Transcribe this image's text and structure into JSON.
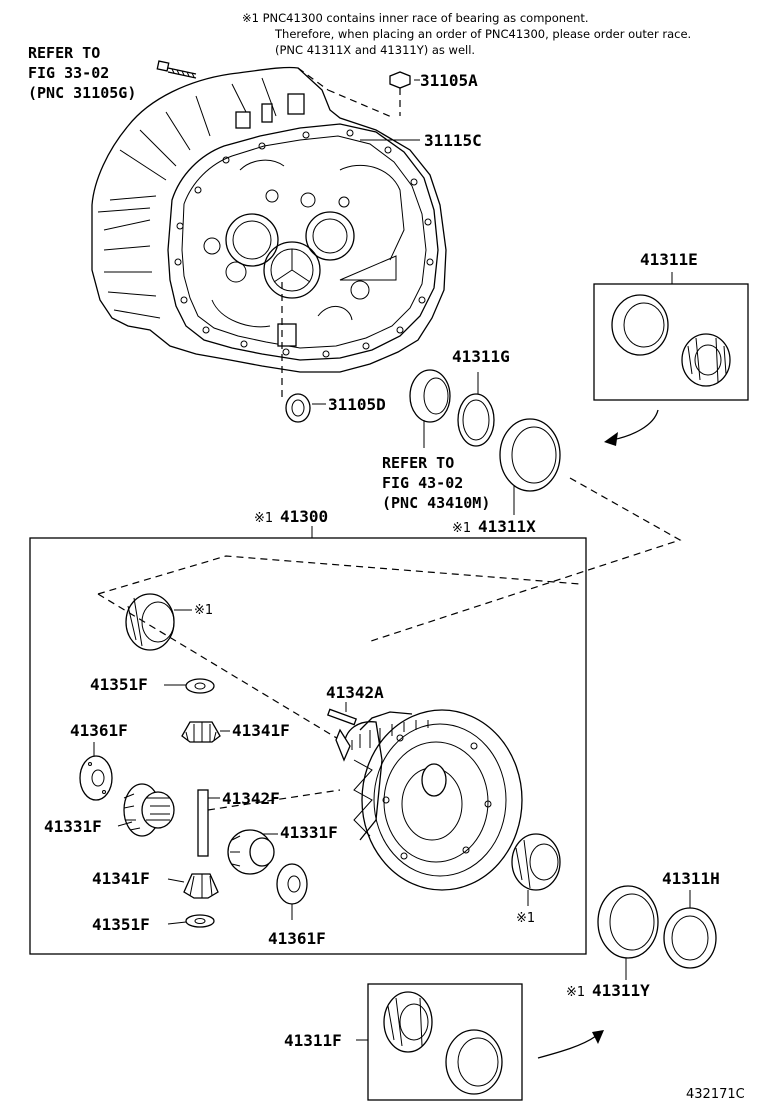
{
  "note": {
    "line1": "※1 PNC41300 contains inner race of bearing as component.",
    "line2": "Therefore, when placing an order of PNC41300, please order outer race.",
    "line3": "(PNC 41311X and 41311Y) as well."
  },
  "refs": {
    "fig33": {
      "l1": "REFER TO",
      "l2": "FIG 33-02",
      "l3": "(PNC 31105G)"
    },
    "fig43": {
      "l1": "REFER TO",
      "l2": "FIG 43-02",
      "l3": "(PNC 43410M)"
    }
  },
  "parts": {
    "p31105A": "31105A",
    "p31115C": "31115C",
    "p31105D": "31105D",
    "p41311G": "41311G",
    "p41311E": "41311E",
    "p41311X": "41311X",
    "p41300": "41300",
    "p41351F_a": "41351F",
    "p41342A": "41342A",
    "p41361F_a": "41361F",
    "p41341F_a": "41341F",
    "p41342F": "41342F",
    "p41331F_a": "41331F",
    "p41331F_b": "41331F",
    "p41341F_b": "41341F",
    "p41351F_b": "41351F",
    "p41361F_b": "41361F",
    "p41311H": "41311H",
    "p41311Y": "41311Y",
    "p41311F": "41311F"
  },
  "marks": {
    "m41311X": "※1",
    "m41300": "※1",
    "mbearing_top": "※1",
    "mbearing_bottom": "※1",
    "m41311Y": "※1"
  },
  "code": "432171C"
}
